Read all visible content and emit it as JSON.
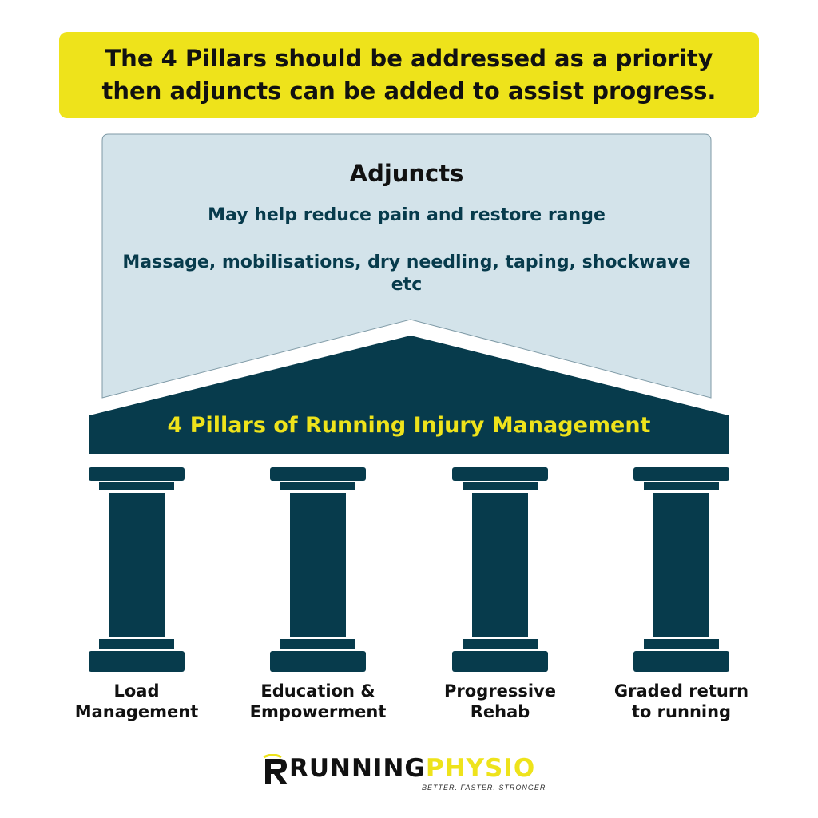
{
  "banner": {
    "line1": "The 4 Pillars should be addressed as a priority",
    "line2": "then adjuncts can be added to assist progress."
  },
  "adjuncts": {
    "title": "Adjuncts",
    "subtitle": "May help reduce pain and restore range",
    "examples": "Massage, mobilisations, dry needling, taping, shockwave etc"
  },
  "roof": {
    "title": "4 Pillars of Running Injury Management"
  },
  "pillars": [
    {
      "line1": "Load",
      "line2": "Management"
    },
    {
      "line1": "Education &",
      "line2": "Empowerment"
    },
    {
      "line1": "Progressive",
      "line2": "Rehab"
    },
    {
      "line1": "Graded return",
      "line2": "to running"
    }
  ],
  "logo": {
    "word_part1": "RUNNING",
    "word_part2": "PHYSIO",
    "tagline": "BETTER. FASTER. STRONGER"
  },
  "colors": {
    "navy": "#073b4c",
    "yellow": "#eee31b",
    "light_blue": "#d3e3ea"
  }
}
